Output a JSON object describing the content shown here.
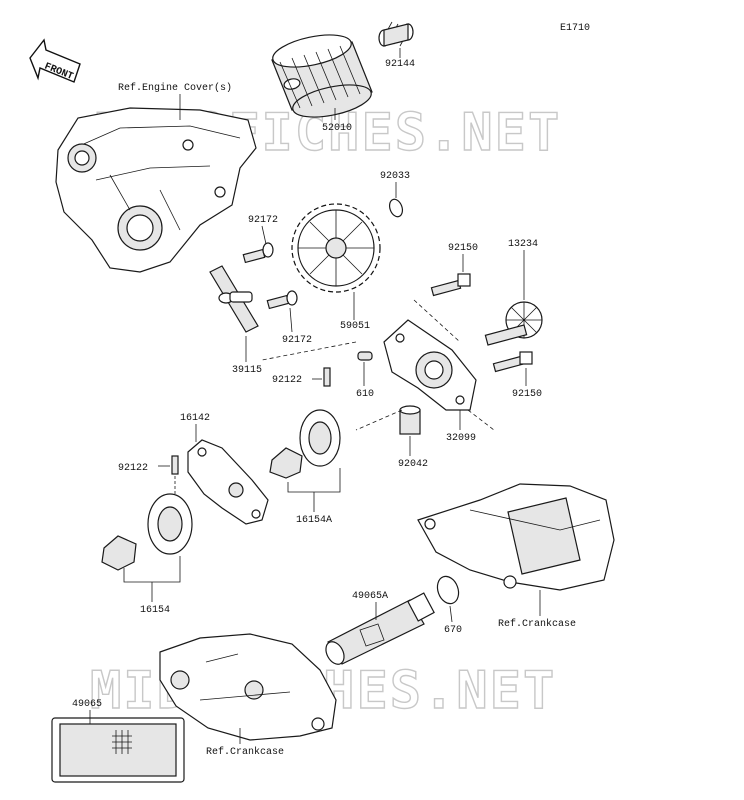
{
  "diagram_id": "E1710",
  "front_label": "FRONT",
  "watermark": "MIDOFICHES.NET",
  "parts": {
    "p92144": "92144",
    "p52010": "52010",
    "p92033": "92033",
    "p92172a": "92172",
    "p92172b": "92172",
    "p59051": "59051",
    "p39115": "39115",
    "p92150a": "92150",
    "p92150b": "92150",
    "p13234": "13234",
    "p92122a": "92122",
    "p610": "610",
    "p16142": "16142",
    "p32099": "32099",
    "p92042": "92042",
    "p92122b": "92122",
    "p16154a": "16154A",
    "p16154": "16154",
    "p49065a": "49065A",
    "p670": "670",
    "p49065": "49065"
  },
  "refs": {
    "engine_cover": "Ref.Engine Cover(s)",
    "crankcase_upper": "Ref.Crankcase",
    "crankcase_lower": "Ref.Crankcase"
  }
}
